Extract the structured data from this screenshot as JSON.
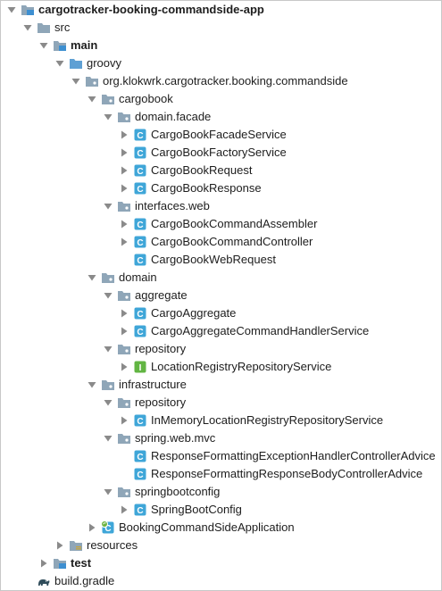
{
  "tree": [
    {
      "label": "cargotracker-booking-commandside-app",
      "depth": 0,
      "arrow": "down",
      "icon": "module-folder-icon",
      "bold": true
    },
    {
      "label": "src",
      "depth": 1,
      "arrow": "down",
      "icon": "folder-icon",
      "bold": false
    },
    {
      "label": "main",
      "depth": 2,
      "arrow": "down",
      "icon": "module-folder-icon",
      "bold": true
    },
    {
      "label": "groovy",
      "depth": 3,
      "arrow": "down",
      "icon": "source-folder-icon",
      "bold": false
    },
    {
      "label": "org.klokwrk.cargotracker.booking.commandside",
      "depth": 4,
      "arrow": "down",
      "icon": "package-icon",
      "bold": false
    },
    {
      "label": "cargobook",
      "depth": 5,
      "arrow": "down",
      "icon": "package-icon",
      "bold": false
    },
    {
      "label": "domain.facade",
      "depth": 6,
      "arrow": "down",
      "icon": "package-icon",
      "bold": false
    },
    {
      "label": "CargoBookFacadeService",
      "depth": 7,
      "arrow": "right",
      "icon": "class-icon",
      "bold": false
    },
    {
      "label": "CargoBookFactoryService",
      "depth": 7,
      "arrow": "right",
      "icon": "class-icon",
      "bold": false
    },
    {
      "label": "CargoBookRequest",
      "depth": 7,
      "arrow": "right",
      "icon": "class-icon",
      "bold": false
    },
    {
      "label": "CargoBookResponse",
      "depth": 7,
      "arrow": "right",
      "icon": "class-icon",
      "bold": false
    },
    {
      "label": "interfaces.web",
      "depth": 6,
      "arrow": "down",
      "icon": "package-icon",
      "bold": false
    },
    {
      "label": "CargoBookCommandAssembler",
      "depth": 7,
      "arrow": "right",
      "icon": "class-icon",
      "bold": false
    },
    {
      "label": "CargoBookCommandController",
      "depth": 7,
      "arrow": "right",
      "icon": "class-icon",
      "bold": false
    },
    {
      "label": "CargoBookWebRequest",
      "depth": 7,
      "arrow": "none",
      "icon": "class-icon",
      "bold": false
    },
    {
      "label": "domain",
      "depth": 5,
      "arrow": "down",
      "icon": "package-icon",
      "bold": false
    },
    {
      "label": "aggregate",
      "depth": 6,
      "arrow": "down",
      "icon": "package-icon",
      "bold": false
    },
    {
      "label": "CargoAggregate",
      "depth": 7,
      "arrow": "right",
      "icon": "class-icon",
      "bold": false
    },
    {
      "label": "CargoAggregateCommandHandlerService",
      "depth": 7,
      "arrow": "right",
      "icon": "class-icon",
      "bold": false
    },
    {
      "label": "repository",
      "depth": 6,
      "arrow": "down",
      "icon": "package-icon",
      "bold": false
    },
    {
      "label": "LocationRegistryRepositoryService",
      "depth": 7,
      "arrow": "right",
      "icon": "interface-icon",
      "bold": false
    },
    {
      "label": "infrastructure",
      "depth": 5,
      "arrow": "down",
      "icon": "package-icon",
      "bold": false
    },
    {
      "label": "repository",
      "depth": 6,
      "arrow": "down",
      "icon": "package-icon",
      "bold": false
    },
    {
      "label": "InMemoryLocationRegistryRepositoryService",
      "depth": 7,
      "arrow": "right",
      "icon": "class-icon",
      "bold": false
    },
    {
      "label": "spring.web.mvc",
      "depth": 6,
      "arrow": "down",
      "icon": "package-icon",
      "bold": false
    },
    {
      "label": "ResponseFormattingExceptionHandlerControllerAdvice",
      "depth": 7,
      "arrow": "none",
      "icon": "class-icon",
      "bold": false
    },
    {
      "label": "ResponseFormattingResponseBodyControllerAdvice",
      "depth": 7,
      "arrow": "none",
      "icon": "class-icon",
      "bold": false
    },
    {
      "label": "springbootconfig",
      "depth": 6,
      "arrow": "down",
      "icon": "package-icon",
      "bold": false
    },
    {
      "label": "SpringBootConfig",
      "depth": 7,
      "arrow": "right",
      "icon": "class-icon",
      "bold": false
    },
    {
      "label": "BookingCommandSideApplication",
      "depth": 5,
      "arrow": "right",
      "icon": "spring-boot-class-icon",
      "bold": false
    },
    {
      "label": "resources",
      "depth": 3,
      "arrow": "right",
      "icon": "resources-folder-icon",
      "bold": false
    },
    {
      "label": "test",
      "depth": 2,
      "arrow": "right",
      "icon": "module-folder-icon",
      "bold": true
    },
    {
      "label": "build.gradle",
      "depth": 1,
      "arrow": "none",
      "icon": "gradle-icon",
      "bold": false
    }
  ],
  "colors": {
    "folder": "#8fa6b8",
    "module_marker": "#3d8fd1",
    "source_folder": "#5fa0d4",
    "class_badge": "#3fa6d8",
    "interface_badge": "#62b543",
    "arrow": "#8a8a8a",
    "text": "#1d1d1d"
  }
}
